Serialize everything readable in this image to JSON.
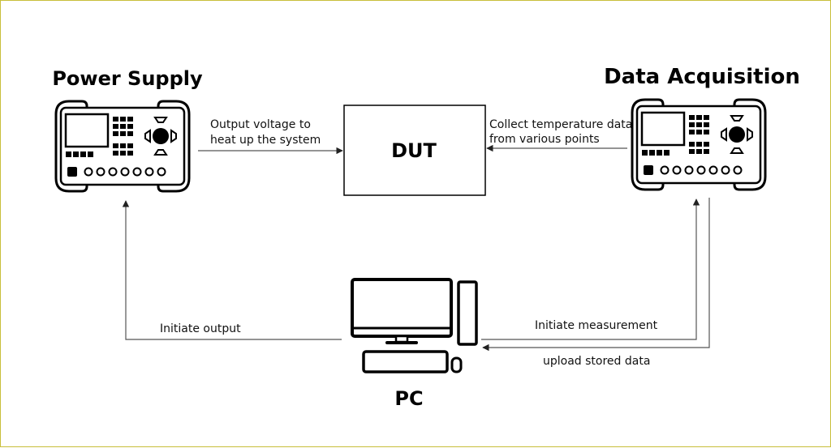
{
  "nodes": {
    "power_supply": "Power Supply",
    "data_acquisition": "Data Acquisition",
    "dut": "DUT",
    "pc": "PC"
  },
  "edges": {
    "ps_to_dut": [
      "Output voltage to",
      "heat up the system"
    ],
    "daq_to_dut": [
      "Collect temperature data",
      "from various points"
    ],
    "pc_to_ps": "Initiate output",
    "pc_to_daq": "Initiate measurement",
    "daq_to_pc": "upload stored data"
  },
  "colors": {
    "stroke": "#000000",
    "frame": "#c8bf3a",
    "arrow": "#555555"
  },
  "icons": {
    "instrument": "instrument-icon",
    "computer": "computer-icon"
  }
}
